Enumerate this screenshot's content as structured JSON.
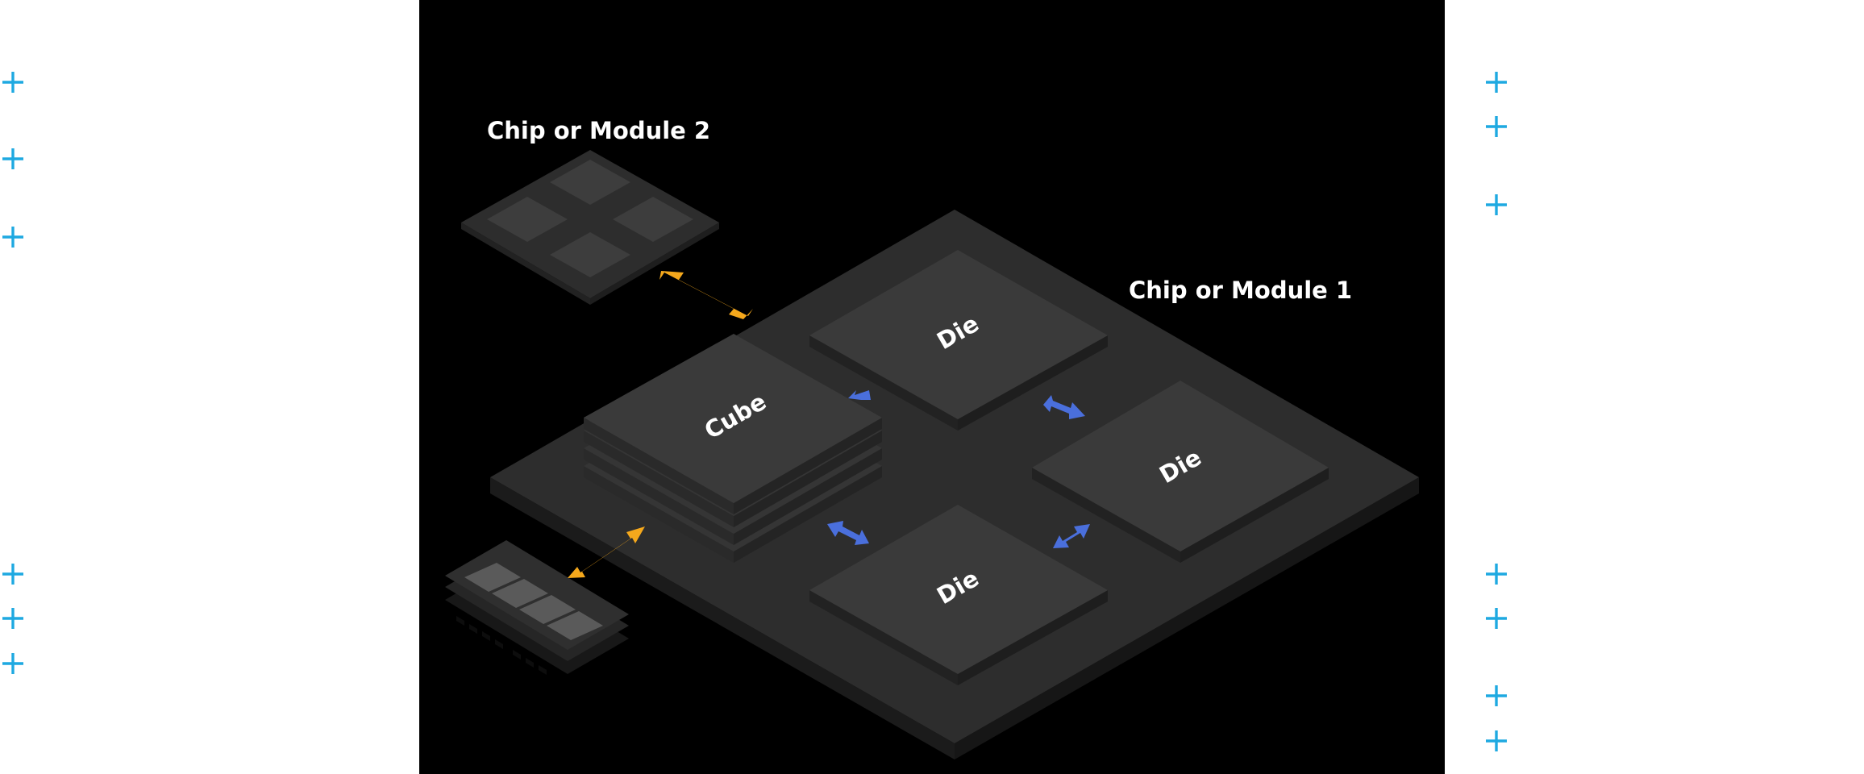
{
  "labels": {
    "module2": "Chip or Module 2",
    "module1": "Chip or Module 1",
    "cube": "Cube",
    "die_top": "Die",
    "die_right": "Die",
    "die_bottom": "Die"
  },
  "colors": {
    "panel": "#000000",
    "plus": "#1ea9e1",
    "link_external": "#f5a81c",
    "link_internal": "#4a6fdc",
    "substrate_top": "#2e2e2e",
    "die_top": "#3a3a3a"
  },
  "icons": {
    "decoration": "plus-icon",
    "memory": "memory-module-icon"
  }
}
